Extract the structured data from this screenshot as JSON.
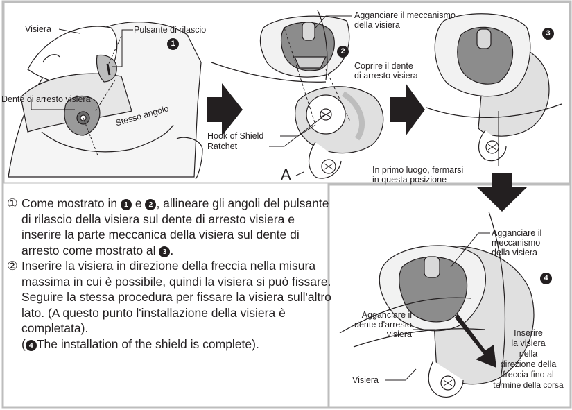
{
  "labels": {
    "visiera_top": "Visiera",
    "pulsante": "Pulsante di rilascio",
    "dente_left": "Dente di arresto visiera",
    "stesso_angolo": "Stesso angolo",
    "hook": "Hook of Shield",
    "ratchet": "Ratchet",
    "letter_a": "A",
    "agganciare_mecc_l1": "Agganciare il meccanismo",
    "agganciare_mecc_l2": "della visiera",
    "coprire_l1": "Coprire il dente",
    "coprire_l2": "di arresto visiera",
    "primo_l1": "In primo luogo, fermarsi",
    "primo_l2": "in questa posizione",
    "agg4_l1": "Agganciare il",
    "agg4_l2": "meccanismo",
    "agg4_l3": "della visiera",
    "aggdente_l1": "Agganciare il",
    "aggdente_l2": "dente d'arresto",
    "aggdente_l3": "visiera",
    "visiera_bottom": "Visiera",
    "ins_l1": "Inserire",
    "ins_l2": "la visiera",
    "ins_l3": "nella",
    "ins_l4": "direzione della",
    "ins_l5": "freccia fino al",
    "ins_l6": "termine della corsa"
  },
  "badges": {
    "b1": "1",
    "b2": "2",
    "b3": "3",
    "b4": "4"
  },
  "instructions": {
    "s1_num": "①",
    "s1_a": "Come mostrato in ",
    "s1_b1": "1",
    "s1_e": " e ",
    "s1_b2": "2",
    "s1_c": ", allineare gli angoli del pulsante di rilascio della visiera sul dente di arresto visiera e inserire la parte meccanica della visiera sul dente di arresto come mostrato al ",
    "s1_b3": "3",
    "s1_d": ".",
    "s2_num": "②",
    "s2_text": "Inserire la visiera in direzione della freccia nella misura massima in cui è possibile, quindi la visiera si può fissare. Seguire la stessa procedura per fissare la visiera sull'altro lato. (A questo punto l'installazione della visiera è completata).",
    "s3_open": "(",
    "s3_badge": "4",
    "s3_text": "The installation of the shield is complete)."
  }
}
